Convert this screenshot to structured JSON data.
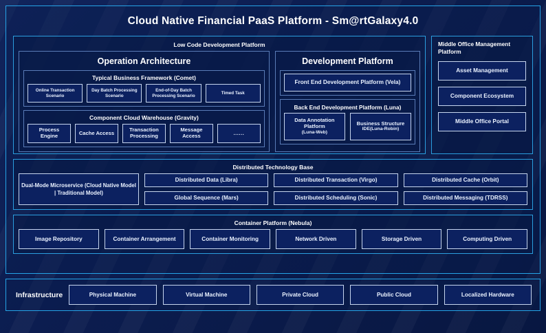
{
  "title": "Cloud Native Financial PaaS Platform - Sm@rtGalaxy4.0",
  "colors": {
    "accent_border": "#25a4e8",
    "panel_border": "#2b9fe0",
    "chip_border": "#c7d6ef",
    "background": "#0a1c4a",
    "text": "#ffffff"
  },
  "low_code": {
    "heading": "Low Code Development Platform",
    "operation_architecture": {
      "title": "Operation Architecture",
      "groups": [
        {
          "title": "Typical Business Framework (Comet)",
          "items": [
            "Online Transaction Scenario",
            "Day Batch Processing Scenario",
            "End-of-Day Batch Processing Scenario",
            "Timed Task"
          ]
        },
        {
          "title": "Component Cloud Warehouse (Gravity)",
          "items": [
            "Process Engine",
            "Cache Access",
            "Transaction Processing",
            "Message Access",
            "......"
          ]
        }
      ]
    },
    "development_platform": {
      "title": "Development Platform",
      "front_end": "Front End Development Platform (Vela)",
      "back_end": {
        "label": "Back End Development Platform (Luna)",
        "items": [
          {
            "main": "Data Annotation Platform",
            "sub": "(Luna-Web)"
          },
          {
            "main": "Business Structure",
            "sub": "IDE(Luna-Robin)"
          }
        ]
      }
    }
  },
  "middle_office": {
    "title": "Middle Office Management Platform",
    "items": [
      "Asset Management",
      "Component Ecosystem",
      "Middle Office Portal"
    ]
  },
  "distributed_technology_base": {
    "heading": "Distributed Technology Base",
    "wide_item": "Dual-Mode Microservice (Cloud Native Model | Traditional Model)",
    "columns": [
      [
        "Distributed Data (Libra)",
        "Global Sequence (Mars)"
      ],
      [
        "Distributed Transaction (Virgo)",
        "Distributed Scheduling (Sonic)"
      ],
      [
        "Distributed Cache (Orbit)",
        "Distributed Messaging (TDRSS)"
      ]
    ]
  },
  "container_platform": {
    "heading": "Container Platform (Nebula)",
    "items": [
      "Image Repository",
      "Container Arrangement",
      "Container Monitoring",
      "Network Driven",
      "Storage Driven",
      "Computing Driven"
    ]
  },
  "infrastructure": {
    "label": "Infrastructure",
    "items": [
      "Physical Machine",
      "Virtual Machine",
      "Private Cloud",
      "Public Cloud",
      "Localized Hardware"
    ]
  }
}
